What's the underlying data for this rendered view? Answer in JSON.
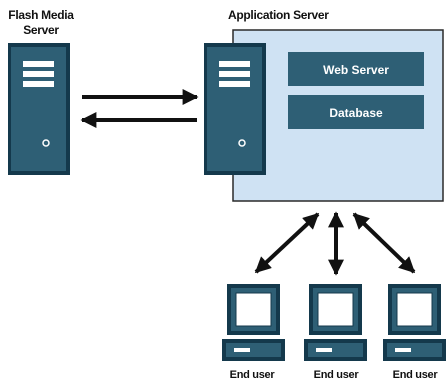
{
  "labels": {
    "flash_media_server": [
      "Flash Media",
      "Server"
    ],
    "application_server": "Application Server",
    "web_server": "Web Server",
    "database": "Database",
    "end_users": [
      "End user",
      "End user",
      "End user"
    ]
  },
  "icons": {
    "server_tower": "server-icon",
    "workstation": "computer-icon"
  },
  "colors": {
    "panel_fill": "#cfe2f3",
    "box_fill": "#2e5f75",
    "box_dark": "#14394c",
    "stroke": "#111111"
  }
}
